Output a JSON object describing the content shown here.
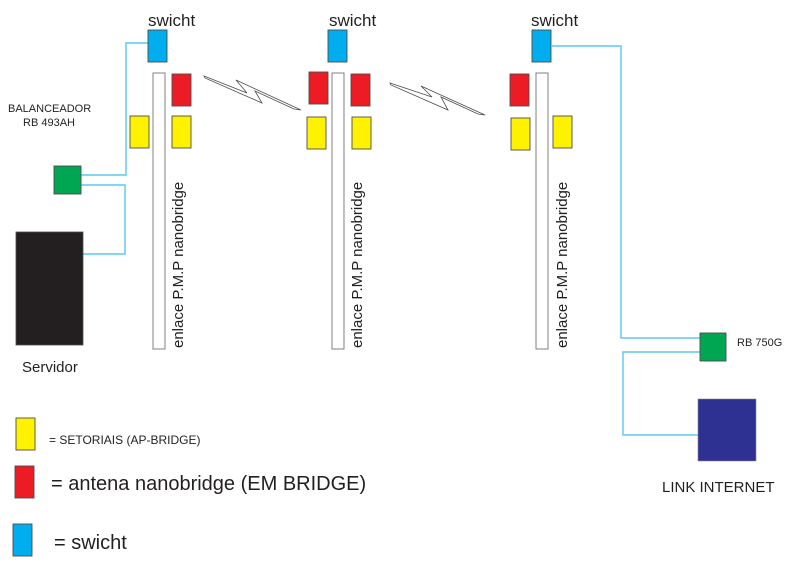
{
  "colors": {
    "switch": "#00aeef",
    "sectorial": "#fff200",
    "nanobridge": "#ed1c24",
    "router": "#00a651",
    "server": "#231f20",
    "internet": "#2e3192",
    "wire": "#5bc8f0"
  },
  "labels": {
    "switch_1": "swicht",
    "switch_2": "swicht",
    "switch_3": "swicht",
    "balanceador_line1": "BALANCEADOR",
    "balanceador_line2": "RB 493AH",
    "servidor": "Servidor",
    "pole_1": "enlace P.M.P nanobridge",
    "pole_2": "enlace P.M.P nanobridge",
    "pole_3": "enlace P.M.P nanobridge",
    "rb750": "RB 750G",
    "link_internet": "LINK INTERNET"
  },
  "legend": [
    {
      "icon": "sectorial-antenna",
      "text": "= SETORIAIS (AP-BRIDGE)"
    },
    {
      "icon": "nanobridge-antenna",
      "text": "= antena nanobridge (EM BRIDGE)"
    },
    {
      "icon": "switch",
      "text": "= swicht"
    }
  ]
}
